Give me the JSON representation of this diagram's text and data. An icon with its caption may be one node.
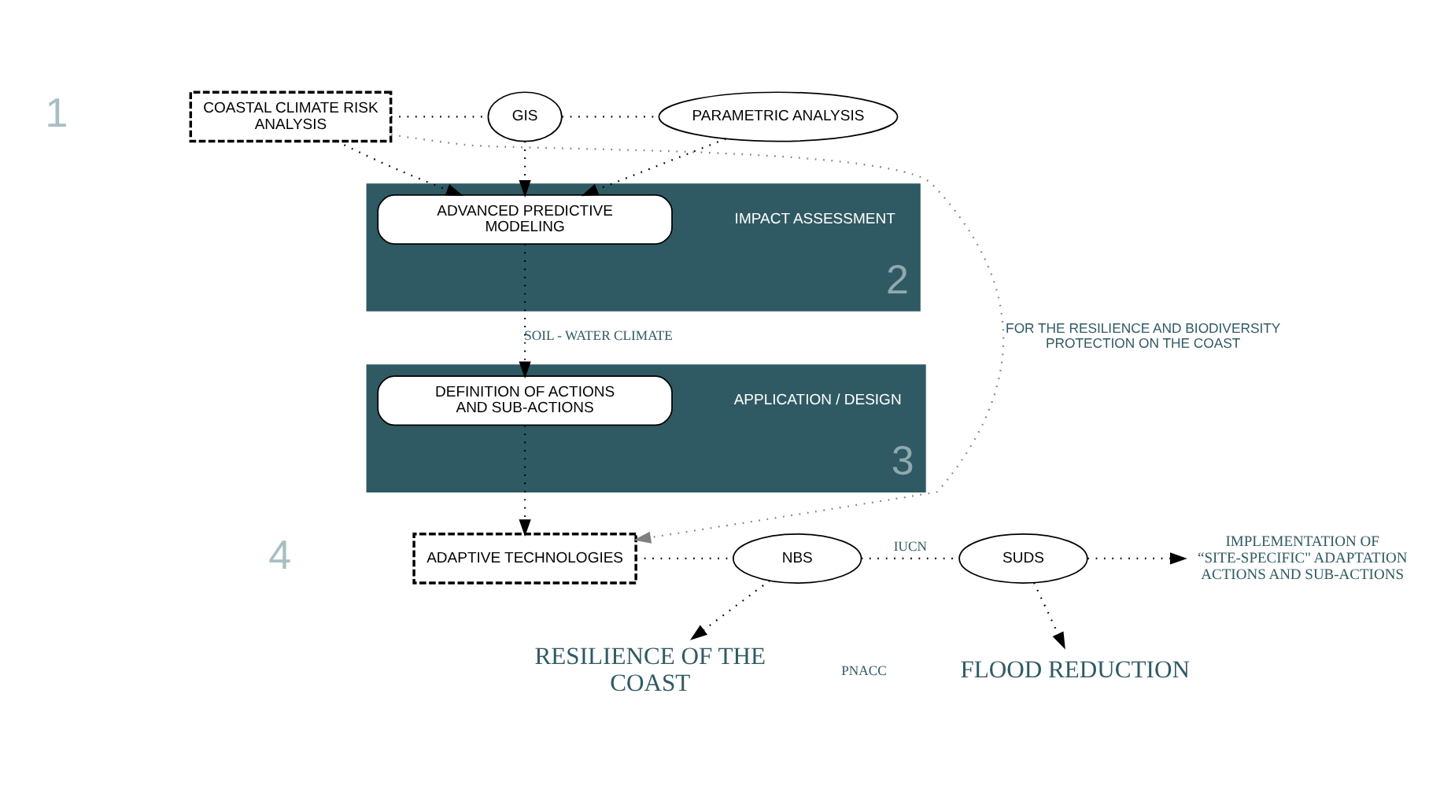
{
  "diagram": {
    "nodes": [
      {
        "text": [
          "COASTAL CLIMATE RISK ANALYSIS"
        ],
        "beside": [
          "1"
        ]
      },
      {
        "text": [
          "GIS"
        ]
      },
      {
        "text": [
          "PARAMETRIC ANALYSIS"
        ]
      },
      {
        "text": [
          "2"
        ]
      },
      {
        "text": [
          "IMPACT ASSESSMENT"
        ],
        "in": 3
      },
      {
        "text": [
          "ADVANCED PREDICTIVE MODELING"
        ],
        "in": 3
      },
      {
        "text": [
          "3"
        ]
      },
      {
        "text": [
          "APPLICATION / DESIGN"
        ],
        "in": 6
      },
      {
        "text": [
          "DEFINITION OF ACTIONS AND SUB-ACTIONS"
        ],
        "in": 6
      },
      {
        "text": [
          "ADAPTIVE TECHNOLOGIES"
        ],
        "beside": [
          "4"
        ]
      },
      {
        "text": [
          "NBS"
        ]
      },
      {
        "text": [
          "SUDS"
        ]
      },
      {
        "text": [
          "IMPLEMENTATION OF “SITE-SPECIFIC\" ADAPTATION ACTIONS AND SUB-ACTIONS"
        ]
      },
      {
        "text": [
          "RESILIENCE OF THE COAST"
        ]
      },
      {
        "text": [
          "FLOOD REDUCTION"
        ]
      }
    ],
    "edges": [
      {
        "from": 0,
        "to": 1,
        "arrow": "none"
      },
      {
        "from": 1,
        "to": 2,
        "arrow": "none"
      },
      {
        "from": 0,
        "to": 5,
        "arrow": "to"
      },
      {
        "from": 1,
        "to": 5,
        "arrow": "to"
      },
      {
        "from": 2,
        "to": 5,
        "arrow": "to"
      },
      {
        "from": 5,
        "to": 8,
        "arrow": "to",
        "label": "SOIL - WATER CLIMATE"
      },
      {
        "from": 8,
        "to": 9,
        "arrow": "to"
      },
      {
        "from": 0,
        "to": 9,
        "arrow": "to",
        "label": "FOR THE RESILIENCE AND BIODIVERSITY PROTECTION ON THE COAST",
        "color": "#808080"
      },
      {
        "from": 9,
        "to": 10,
        "arrow": "none"
      },
      {
        "from": 10,
        "to": 11,
        "arrow": "none",
        "label": "IUCN"
      },
      {
        "from": 11,
        "to": 12,
        "arrow": "to"
      },
      {
        "from": 10,
        "to": 13,
        "arrow": "to"
      },
      {
        "from": 11,
        "to": 14,
        "arrow": "to"
      }
    ],
    "labels": [
      "PNACC"
    ]
  }
}
